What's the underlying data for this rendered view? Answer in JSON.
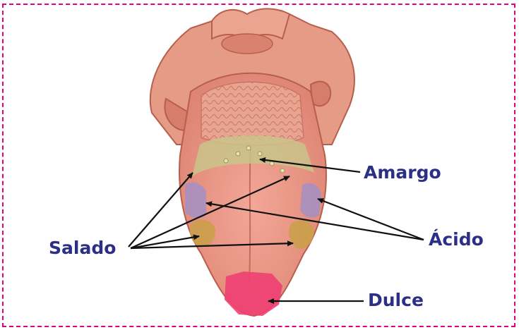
{
  "labels": {
    "salado": "Salado",
    "amargo": "Amargo",
    "acido": "Ácido",
    "dulce": "Dulce"
  },
  "colors": {
    "frame_border": "#e4007c",
    "label_text": "#2b2f86",
    "tongue_flesh": "#e8907f",
    "tongue_dark": "#c96a5b",
    "bitter_zone": "#c9c48a",
    "sour_zone": "#a48fc4",
    "salty_zone": "#c9a048",
    "sweet_zone": "#ee3f73"
  }
}
